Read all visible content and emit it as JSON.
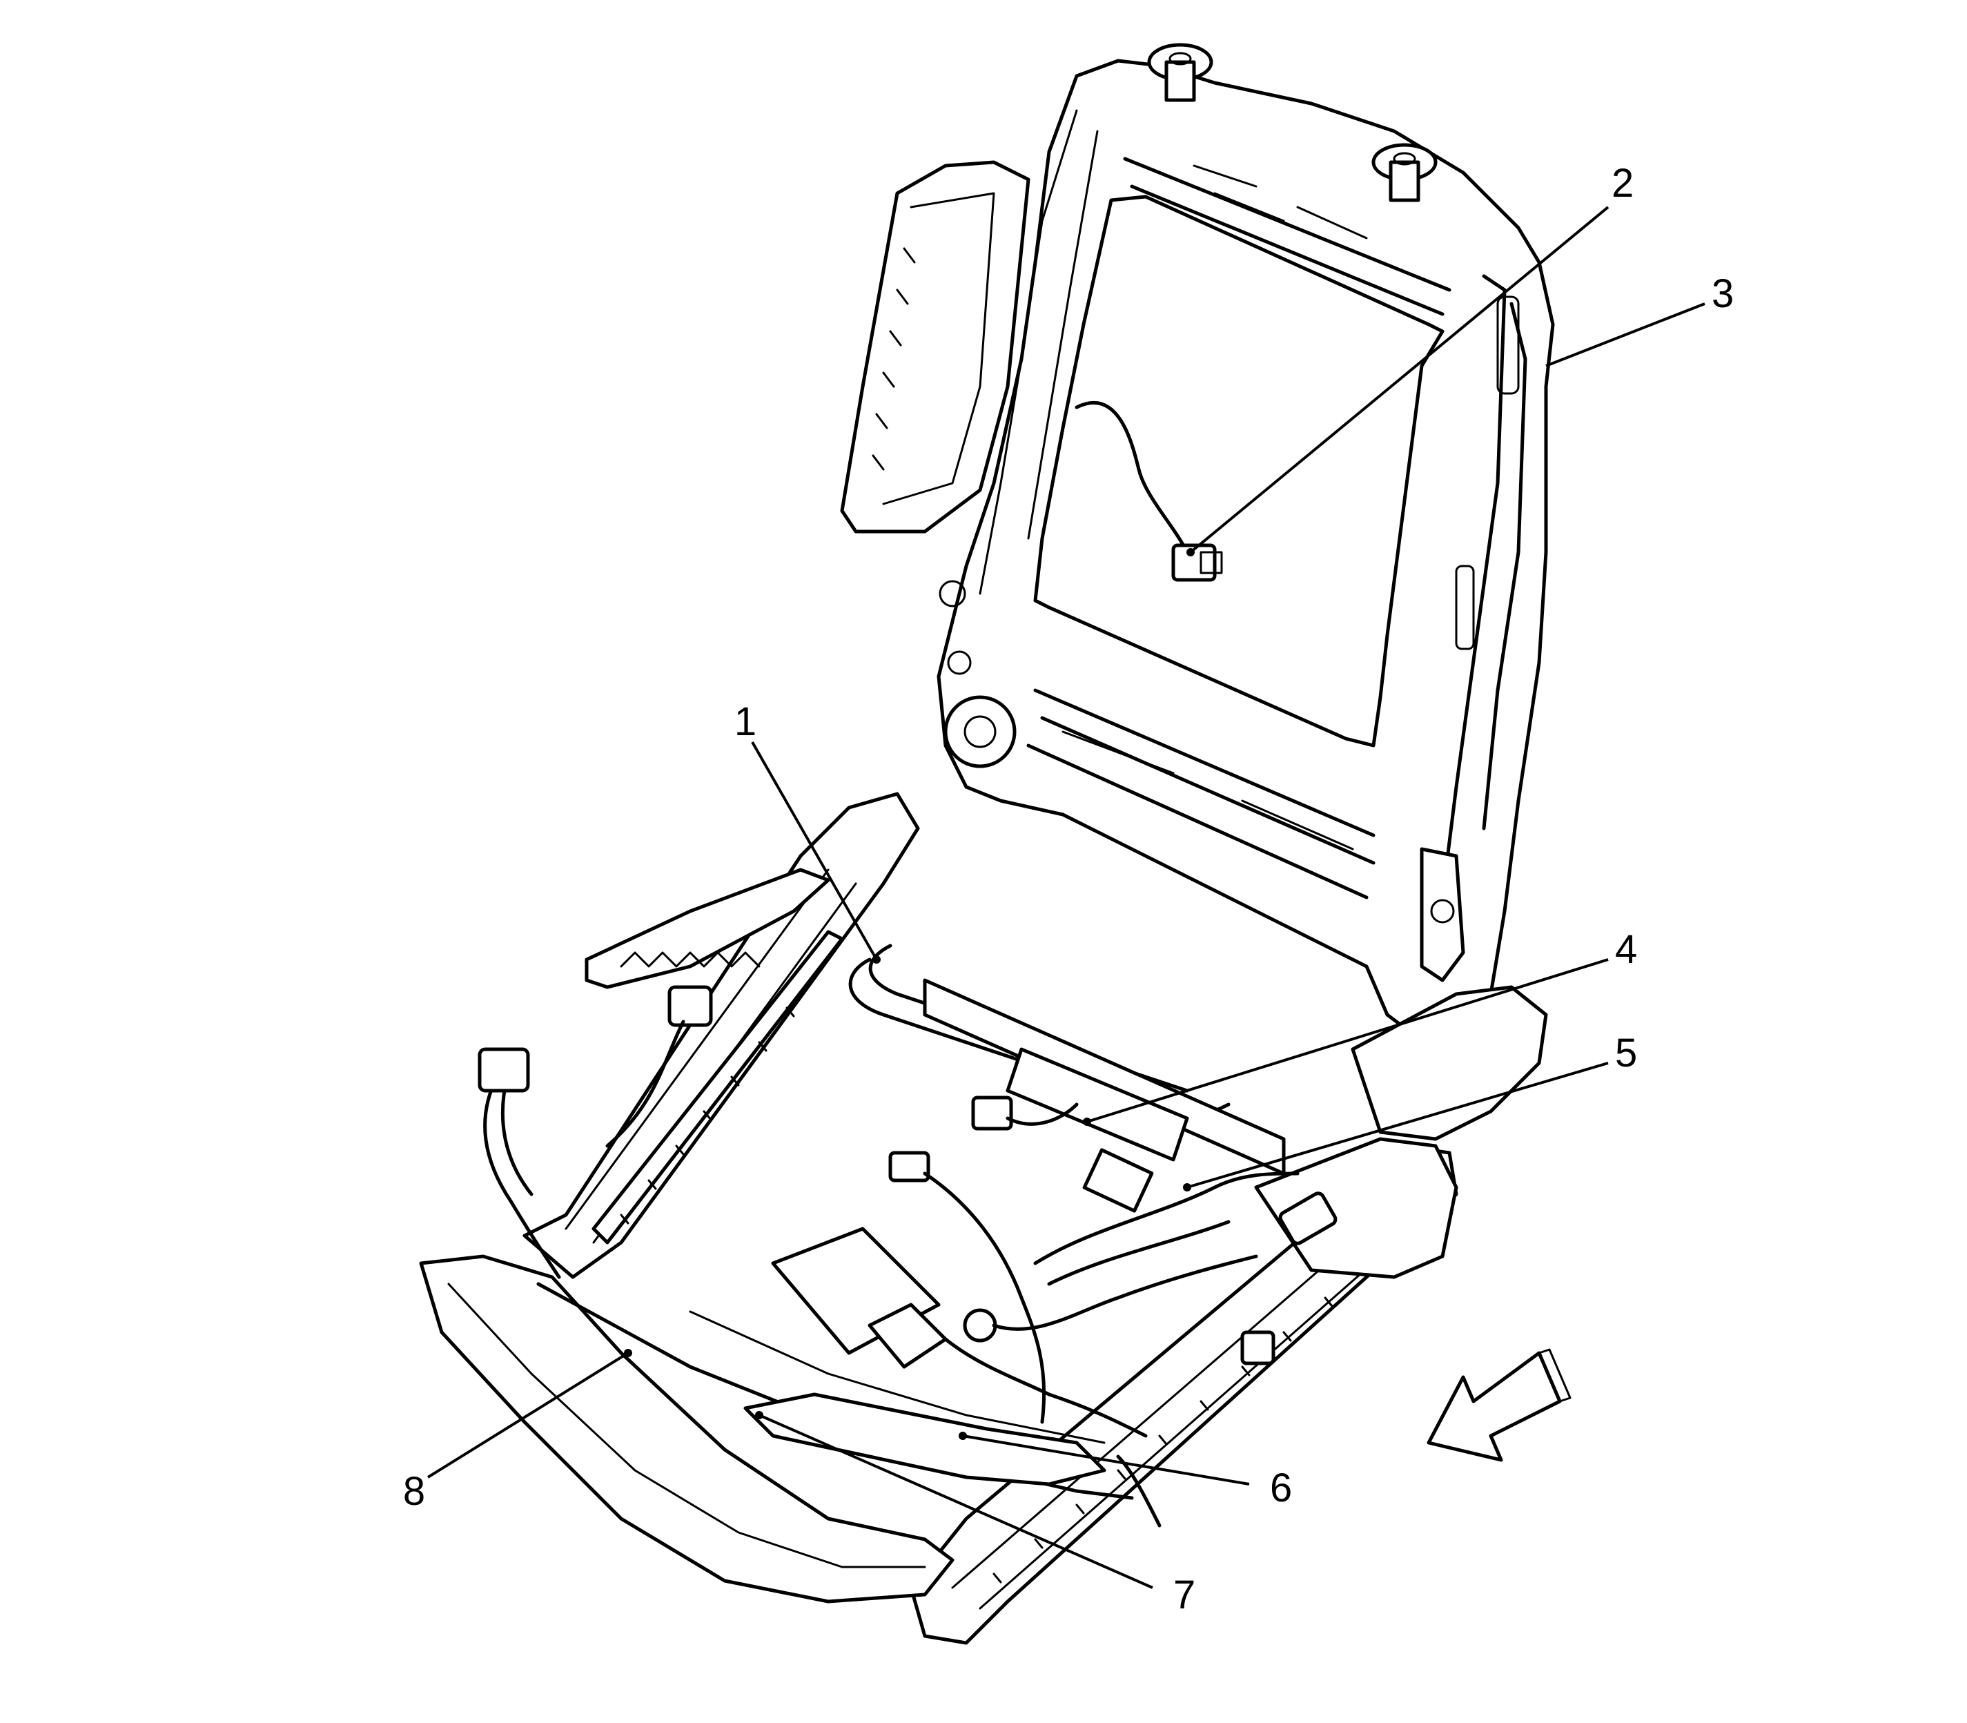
{
  "callouts": [
    {
      "id": "1",
      "label": "1"
    },
    {
      "id": "2",
      "label": "2"
    },
    {
      "id": "3",
      "label": "3"
    },
    {
      "id": "4",
      "label": "4"
    },
    {
      "id": "5",
      "label": "5"
    },
    {
      "id": "6",
      "label": "6"
    },
    {
      "id": "7",
      "label": "7"
    },
    {
      "id": "8",
      "label": "8"
    }
  ],
  "icons": {
    "direction_arrow": "forward-direction-arrow-icon"
  }
}
